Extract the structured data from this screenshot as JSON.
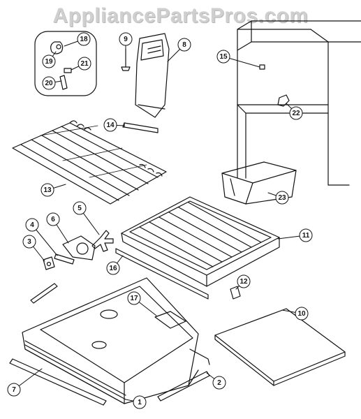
{
  "watermark": "AppliancePartsPros.com",
  "colors": {
    "ink": "#111111",
    "paper": "#ffffff",
    "watermark": "#cfcfcf"
  },
  "callouts": [
    {
      "id": "1",
      "label": "1"
    },
    {
      "id": "2",
      "label": "2"
    },
    {
      "id": "3",
      "label": "3"
    },
    {
      "id": "4",
      "label": "4"
    },
    {
      "id": "5",
      "label": "5"
    },
    {
      "id": "6",
      "label": "6"
    },
    {
      "id": "7",
      "label": "7"
    },
    {
      "id": "8",
      "label": "8"
    },
    {
      "id": "9",
      "label": "9"
    },
    {
      "id": "10",
      "label": "10"
    },
    {
      "id": "11",
      "label": "11"
    },
    {
      "id": "12",
      "label": "12"
    },
    {
      "id": "13",
      "label": "13"
    },
    {
      "id": "14",
      "label": "14"
    },
    {
      "id": "15",
      "label": "15"
    },
    {
      "id": "16",
      "label": "16"
    },
    {
      "id": "17",
      "label": "17"
    },
    {
      "id": "18",
      "label": "18"
    },
    {
      "id": "19",
      "label": "19"
    },
    {
      "id": "20",
      "label": "20"
    },
    {
      "id": "21",
      "label": "21"
    },
    {
      "id": "22",
      "label": "22"
    },
    {
      "id": "23",
      "label": "23"
    }
  ]
}
